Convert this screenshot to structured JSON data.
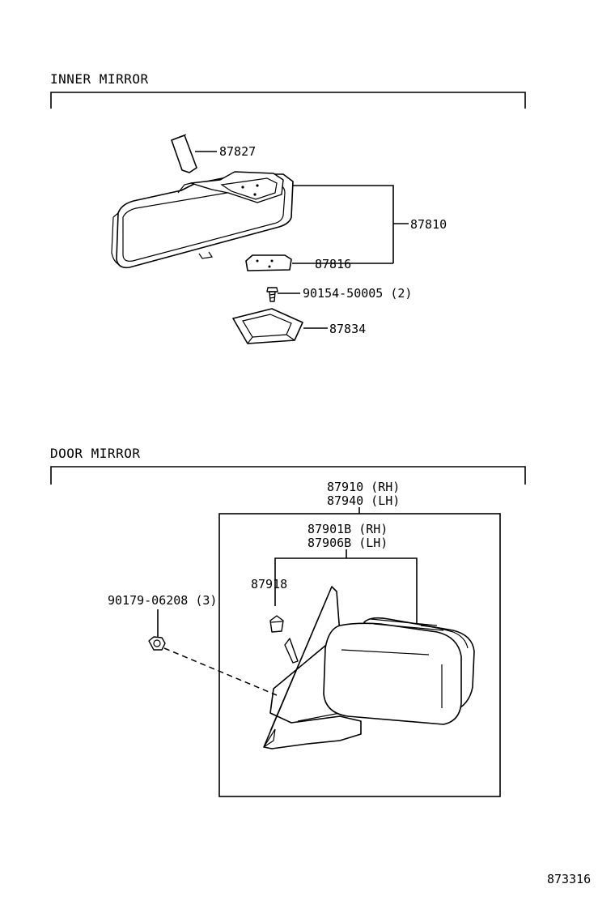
{
  "sections": {
    "inner": {
      "title": "INNER MIRROR"
    },
    "door": {
      "title": "DOOR MIRROR"
    }
  },
  "parts": {
    "p87827": "87827",
    "p87810": "87810",
    "p87816": "87816",
    "p90154": "90154-50005 (2)",
    "p87834": "87834",
    "p87910": "87910 (RH)",
    "p87940": "87940 (LH)",
    "p87901B": "87901B (RH)",
    "p87906B": "87906B (LH)",
    "p87918": "87918",
    "p90179": "90179-06208 (3)"
  },
  "figure_id": "873316"
}
